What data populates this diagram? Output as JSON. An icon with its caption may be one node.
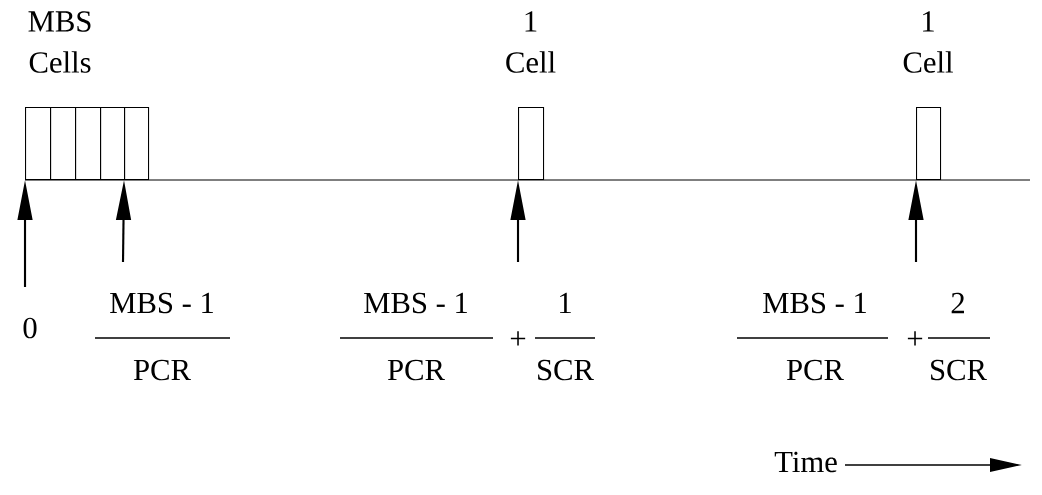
{
  "diagram": {
    "nodes": [
      {
        "text": [],
        "shape": "box"
      },
      {
        "text": [],
        "shape": "box"
      },
      {
        "text": [],
        "shape": "box"
      },
      {
        "text": [],
        "shape": "box"
      },
      {
        "text": [],
        "shape": "box"
      },
      {
        "text": [],
        "shape": "box",
        "beside": [
          "1 Cell"
        ]
      },
      {
        "text": [],
        "shape": "box",
        "beside": [
          "1 Cell"
        ]
      }
    ],
    "edges": [
      {
        "from": null,
        "to": 0,
        "arrow": "to"
      },
      {
        "from": null,
        "to": 4,
        "arrow": "to"
      },
      {
        "from": null,
        "to": 5,
        "arrow": "to"
      },
      {
        "from": null,
        "to": 6,
        "arrow": "to"
      }
    ],
    "labels": [
      "MBS Cells",
      "0",
      "MBS - 1",
      "PCR",
      "MBS - 1",
      "PCR",
      "+",
      "1",
      "SCR",
      "MBS - 1",
      "PCR",
      "+",
      "2",
      "SCR",
      "Time"
    ]
  }
}
